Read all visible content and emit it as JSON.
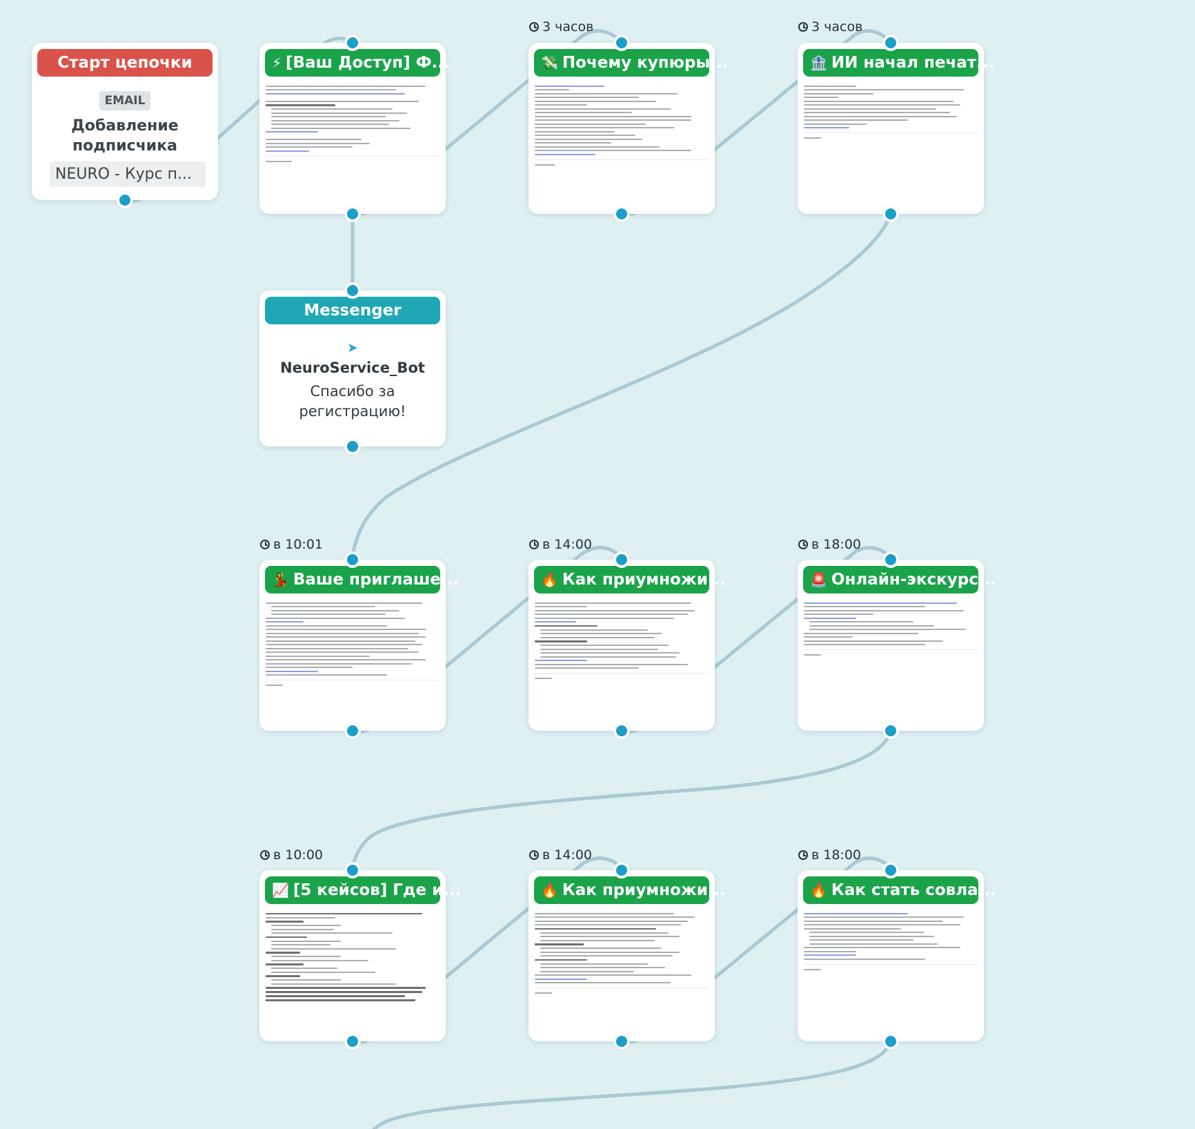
{
  "start_node": {
    "header": "Старт цепочки",
    "badge": "EMAIL",
    "title": "Добавление подписчика",
    "list": "NEURO - Курс п..."
  },
  "messenger_node": {
    "header": "Messenger",
    "icon": "telegram-icon",
    "bot_name": "NeuroService_Bot",
    "text": "Спасибо за регистрацию!"
  },
  "email_nodes": [
    {
      "id": "e1",
      "delay": "",
      "emoji": "⚡",
      "title": "[Ваш Доступ] Ф..."
    },
    {
      "id": "e2",
      "delay": "3 часов",
      "emoji": "💸",
      "title": "Почему купюры..."
    },
    {
      "id": "e3",
      "delay": "3 часов",
      "emoji": "🏦",
      "title": "ИИ начал печат..."
    },
    {
      "id": "e4",
      "delay": "в 10:01",
      "emoji": "💃",
      "title": "Ваше приглаше..."
    },
    {
      "id": "e5",
      "delay": "в 14:00",
      "emoji": "🔥",
      "title": "Как приумножи..."
    },
    {
      "id": "e6",
      "delay": "в 18:00",
      "emoji": "🚨",
      "title": "Онлайн-экскурс..."
    },
    {
      "id": "e7",
      "delay": "в 10:00",
      "emoji": "📈",
      "title": "[5 кейсов] Где и..."
    },
    {
      "id": "e8",
      "delay": "в 14:00",
      "emoji": "🔥",
      "title": "Как приумножи..."
    },
    {
      "id": "e9",
      "delay": "в 18:00",
      "emoji": "🔥",
      "title": "Как стать совла..."
    }
  ],
  "colors": {
    "canvas": "#dff0f3",
    "start_header": "#d9534a",
    "email_header": "#1ba34a",
    "messenger_header": "#1fa7b5",
    "port": "#1a9fc9",
    "wire": "#a9c9d3"
  }
}
